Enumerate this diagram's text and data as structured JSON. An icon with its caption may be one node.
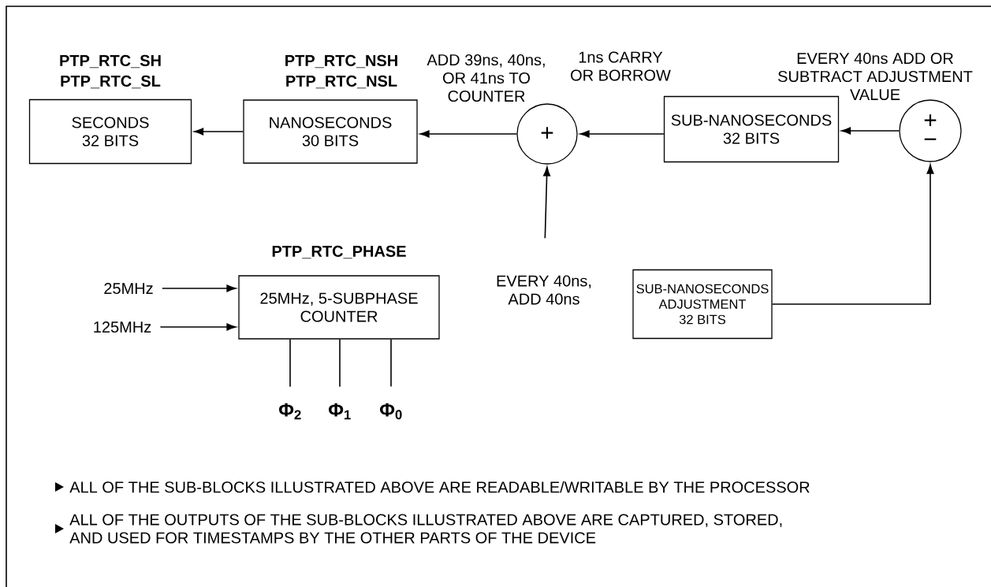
{
  "diagram": {
    "nodes": [
      {
        "text": [
          "PTP_RTC_SH",
          "PTP_RTC_SL",
          "SECONDS 32 BITS"
        ]
      },
      {
        "text": [
          "PTP_RTC_NSH",
          "PTP_RTC_NSL",
          "NANOSECONDS 30 BITS"
        ]
      },
      {
        "text": [
          "+"
        ],
        "beside": [
          "ADD 39ns, 40ns, OR 41ns TO COUNTER"
        ]
      },
      {
        "text": [
          "SUB-NANOSECONDS 32 BITS"
        ]
      },
      {
        "text": [
          "+",
          "−"
        ],
        "beside": [
          "EVERY 40ns ADD OR SUBTRACT ADJUSTMENT VALUE"
        ]
      },
      {
        "text": [
          "EVERY 40ns, ADD 40ns"
        ]
      },
      {
        "text": [
          "SUB-NANOSECONDS ADJUSTMENT 32 BITS"
        ]
      },
      {
        "text": [
          "25MHz"
        ]
      },
      {
        "text": [
          "125MHz"
        ]
      },
      {
        "text": [
          "PTP_RTC_PHASE",
          "25MHz, 5-SUBPHASE COUNTER"
        ]
      },
      {
        "text": [
          "Φ$_{2}$"
        ]
      },
      {
        "text": [
          "Φ$_{1}$"
        ]
      },
      {
        "text": [
          "Φ$_{0}$"
        ]
      }
    ],
    "edges": [
      {
        "from": 1,
        "to": 0,
        "arrow": "to"
      },
      {
        "from": 2,
        "to": 1,
        "arrow": "to"
      },
      {
        "from": 3,
        "to": 2,
        "arrow": "to",
        "label": "1ns CARRY OR BORROW"
      },
      {
        "from": 4,
        "to": 3,
        "arrow": "to"
      },
      {
        "from": 5,
        "to": 2,
        "arrow": "to"
      },
      {
        "from": 6,
        "to": 4,
        "arrow": "to"
      },
      {
        "from": 7,
        "to": 9,
        "arrow": "to"
      },
      {
        "from": 8,
        "to": 9,
        "arrow": "to"
      },
      {
        "from": 9,
        "to": 10,
        "arrow": "none"
      },
      {
        "from": 9,
        "to": 11,
        "arrow": "none"
      },
      {
        "from": 9,
        "to": 12,
        "arrow": "none"
      }
    ],
    "labels": [
      "ALL OF THE SUB-BLOCKS ILLUSTRATED ABOVE ARE READABLE/WRITABLE BY THE PROCESSOR",
      "ALL OF THE OUTPUTS OF THE SUB-BLOCKS ILLUSTRATED ABOVE ARE CAPTURED, STORED, AND USED FOR TIMESTAMPS BY THE OTHER PARTS OF THE DEVICE"
    ]
  }
}
